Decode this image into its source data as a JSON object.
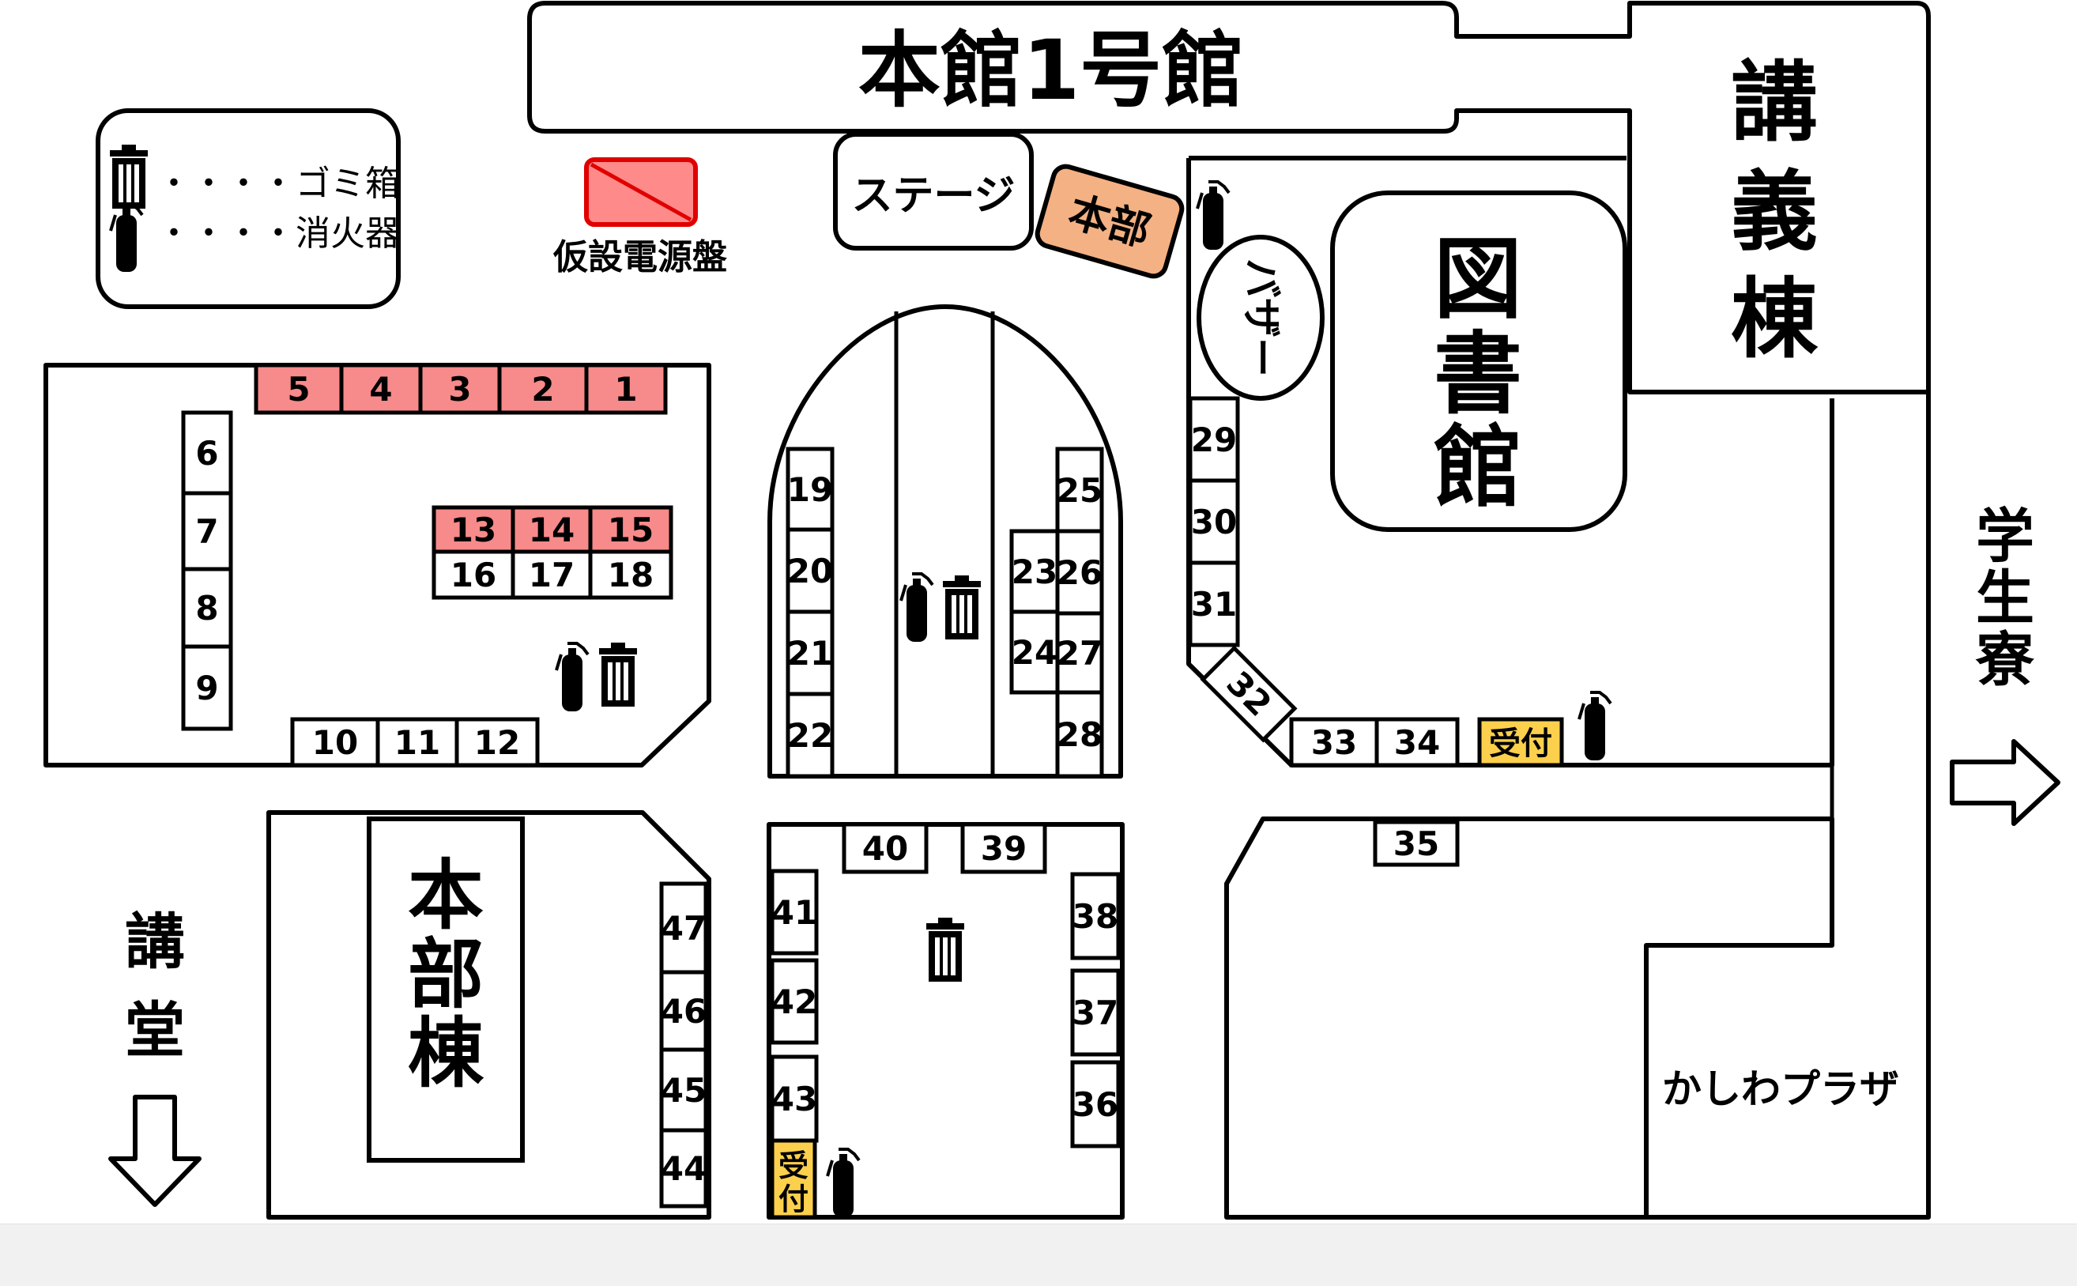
{
  "legend": {
    "trash_text": "・・・・ゴミ箱",
    "extinguisher_text": "・・・・消火器"
  },
  "power_panel": {
    "label": "仮設電源盤"
  },
  "buildings": {
    "main1": "本館1号館",
    "lecture_hall_building": [
      "講",
      "義",
      "棟"
    ],
    "library": [
      "図",
      "書",
      "館"
    ],
    "dormitory": [
      "学",
      "生",
      "寮"
    ],
    "auditorium": [
      "講",
      "堂"
    ],
    "headquarters_building": [
      "本",
      "部",
      "棟"
    ],
    "kashiwa_plaza": "かしわプラザ"
  },
  "places": {
    "stage": "ステージ",
    "headquarters": "本部",
    "bazaar": "バザー",
    "reception": "受付",
    "reception_vertical": [
      "受",
      "付"
    ]
  },
  "booths": {
    "b1": "1",
    "b2": "2",
    "b3": "3",
    "b4": "4",
    "b5": "5",
    "b6": "6",
    "b7": "7",
    "b8": "8",
    "b9": "9",
    "b10": "10",
    "b11": "11",
    "b12": "12",
    "b13": "13",
    "b14": "14",
    "b15": "15",
    "b16": "16",
    "b17": "17",
    "b18": "18",
    "b19": "19",
    "b20": "20",
    "b21": "21",
    "b22": "22",
    "b23": "23",
    "b24": "24",
    "b25": "25",
    "b26": "26",
    "b27": "27",
    "b28": "28",
    "b29": "29",
    "b30": "30",
    "b31": "31",
    "b32": "32",
    "b33": "33",
    "b34": "34",
    "b35": "35",
    "b36": "36",
    "b37": "37",
    "b38": "38",
    "b39": "39",
    "b40": "40",
    "b41": "41",
    "b42": "42",
    "b43": "43",
    "b44": "44",
    "b45": "45",
    "b46": "46",
    "b47": "47"
  },
  "colors": {
    "booth_highlight": "#f78a8a",
    "reception": "#fcd04c",
    "headquarters": "#f4b183",
    "power_panel": "#ff8a8a",
    "power_panel_border": "#e00000"
  }
}
